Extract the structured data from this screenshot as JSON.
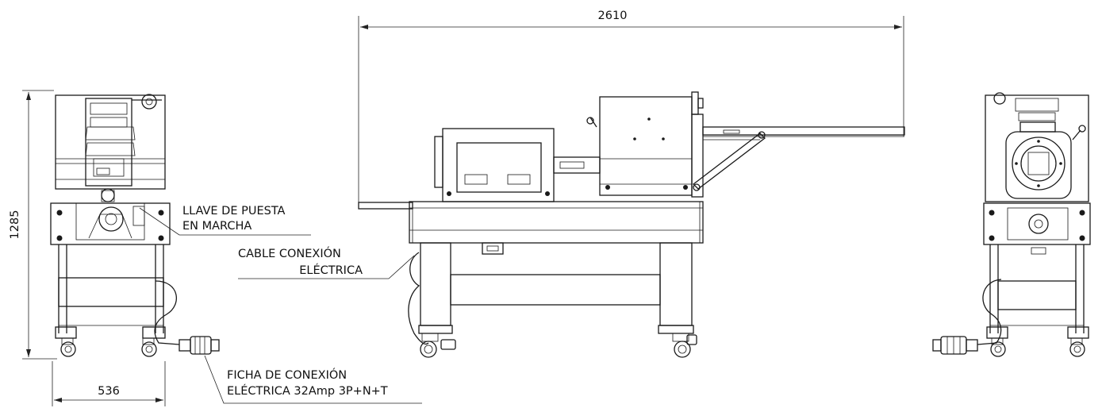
{
  "dimensions": {
    "overall_length": "2610",
    "height": "1285",
    "width": "536"
  },
  "labels": {
    "start_key": [
      "LLAVE DE PUESTA",
      "EN MARCHA"
    ],
    "power_cable": [
      "CABLE CONEXIÓN",
      "ELÉCTRICA"
    ],
    "power_plug": [
      "FICHA DE CONEXIÓN",
      "ELÉCTRICA 32Amp 3P+N+T"
    ]
  }
}
